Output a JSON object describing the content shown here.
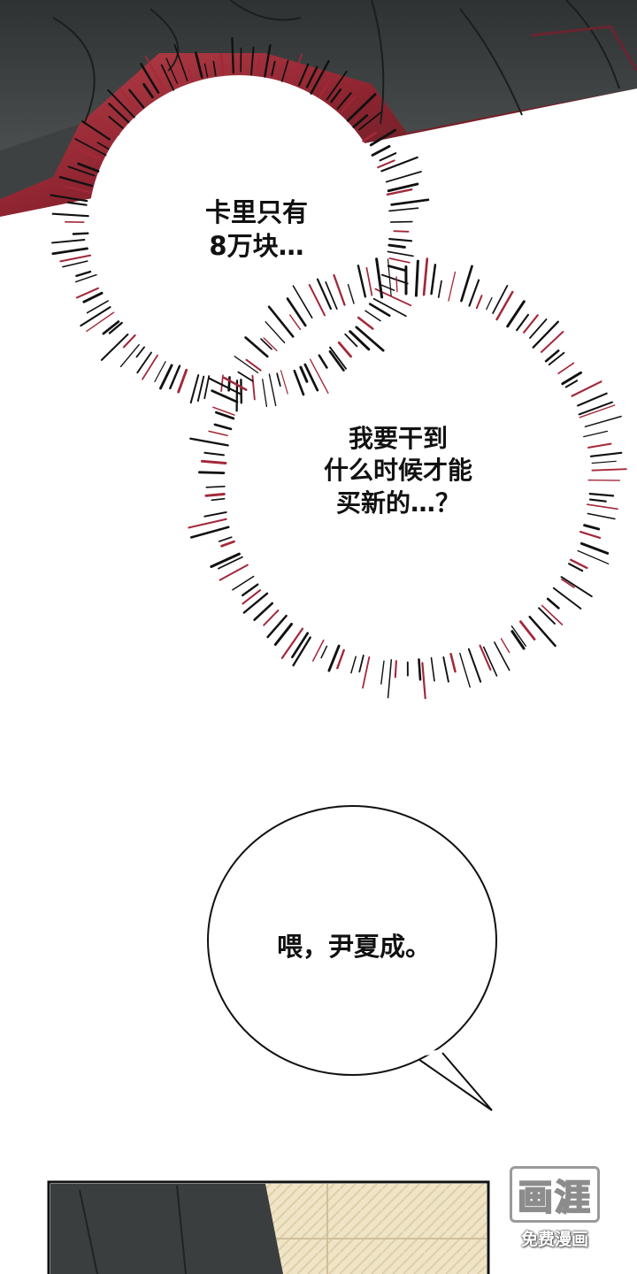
{
  "thought_bubble_1": {
    "text": "卡里只有\n8万块…"
  },
  "thought_bubble_2": {
    "text": "我要干到\n什么时候才能\n买新的…？"
  },
  "speech_bubble": {
    "text": "喂，尹夏成。"
  },
  "watermark": {
    "logo": "画涯",
    "subtitle": "免费漫画"
  },
  "colors": {
    "dark_cloth": "#3a3d3d",
    "red_glow": "#9c2a35",
    "ink": "#111111",
    "paper_tile": "#efe3c3"
  }
}
